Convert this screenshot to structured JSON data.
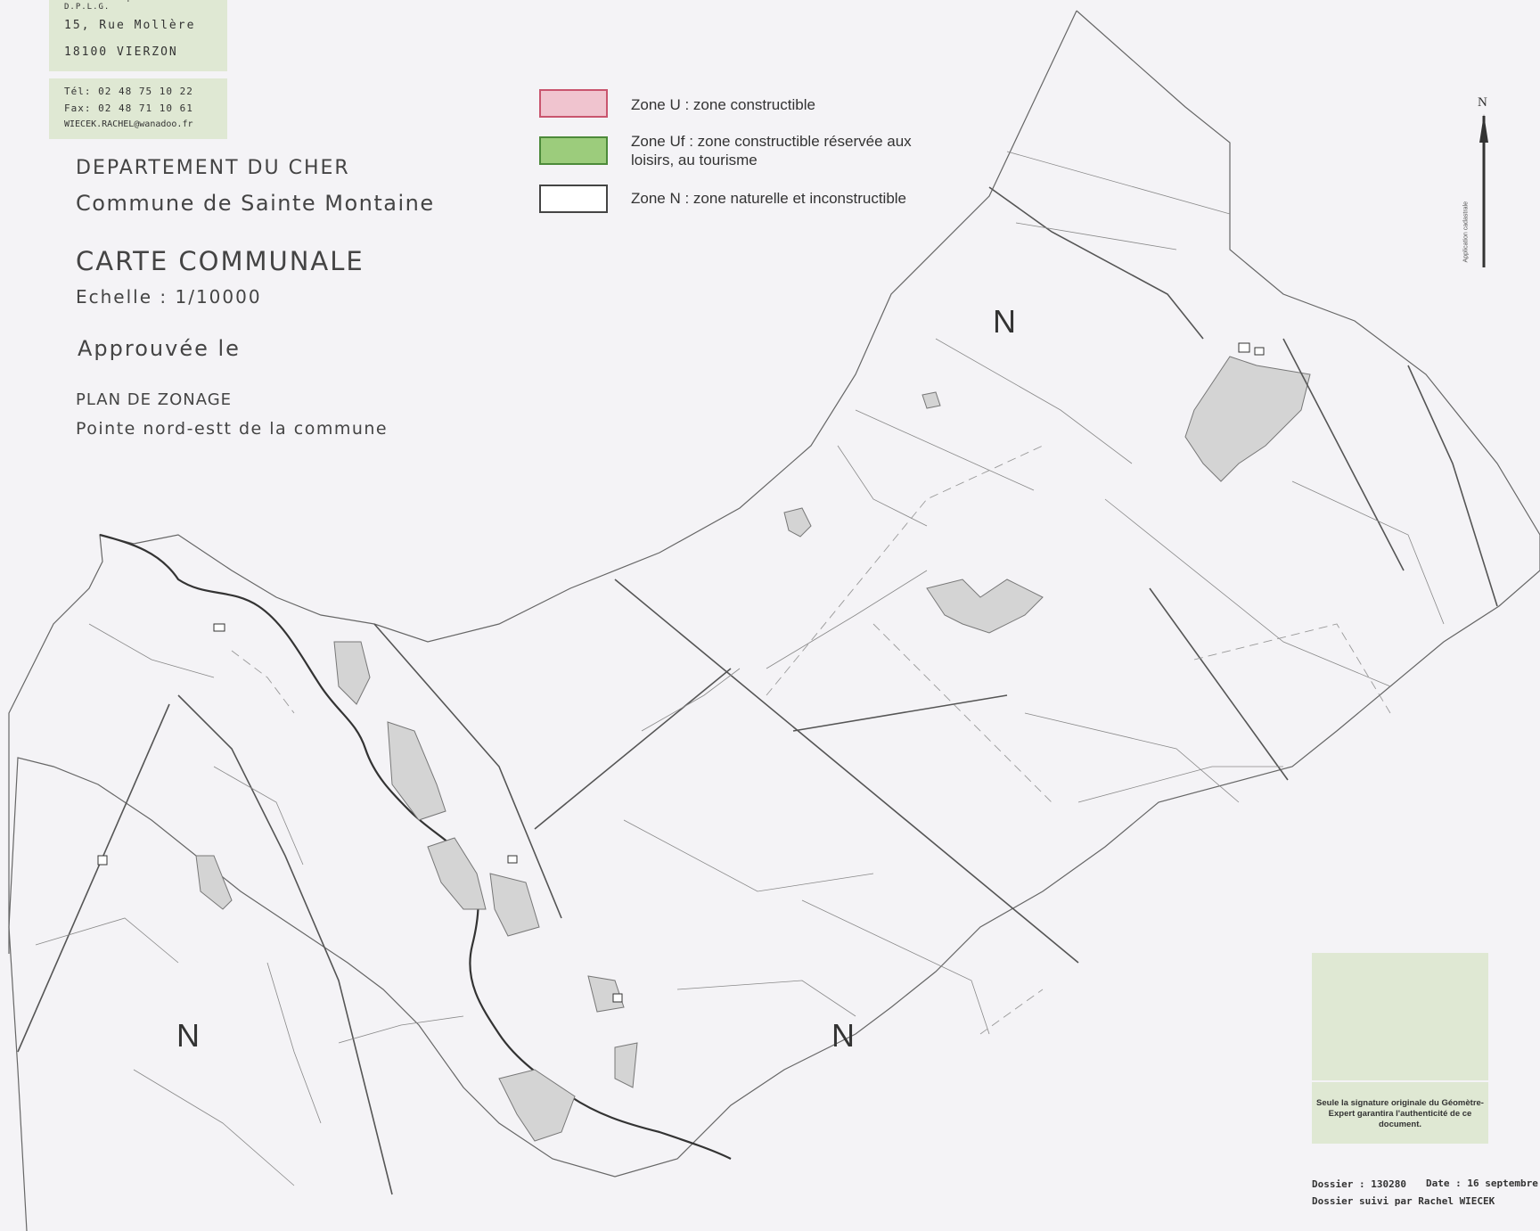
{
  "surveyor": {
    "cut_off_line": "Géomètre Expert Foncier D.P.L.G.",
    "street": "15, Rue Mollère",
    "city": "18100 VIERZON",
    "phone": "Tél: 02 48 75 10 22",
    "fax": "Fax: 02 48 71 10 61",
    "email": "WIECEK.RACHEL@wanadoo.fr"
  },
  "title_block": {
    "department": "DEPARTEMENT DU CHER",
    "commune": "Commune de Sainte Montaine",
    "document": "CARTE COMMUNALE",
    "scale": "Echelle : 1/10000",
    "approval": "Approuvée le",
    "plan": "PLAN DE ZONAGE",
    "area": "Pointe nord-estt de la commune"
  },
  "legend": [
    {
      "label_1": "Zone U : zone constructible",
      "label_2": "",
      "fill": "#f0c4cf",
      "border": "#c9556e"
    },
    {
      "label_1": "Zone Uf : zone constructible réservée aux",
      "label_2": "loisirs, au tourisme",
      "fill": "#9ccc7c",
      "border": "#4c8a3a"
    },
    {
      "label_1": "Zone N : zone naturelle et inconstructible",
      "label_2": "",
      "fill": "#ffffff",
      "border": "#444444"
    }
  ],
  "zone_labels": {
    "ne": "N",
    "sw": "N",
    "se": "N"
  },
  "north_arrow": {
    "letter": "N",
    "caption": "Application cadastrale"
  },
  "signature_note": "Seule la signature originale du Géomètre-Expert garantira l'authenticité de ce document.",
  "dossier": {
    "number": "Dossier : 130280",
    "date": "Date : 16 septembre",
    "followed_by": "Dossier suivi par Rachel WIECEK"
  },
  "colors": {
    "paper": "#f4f3f6",
    "info_box": "#dfe8d3",
    "woodland": "#d4d4d4",
    "line": "#555555"
  },
  "icons": [
    "north-arrow-icon"
  ]
}
